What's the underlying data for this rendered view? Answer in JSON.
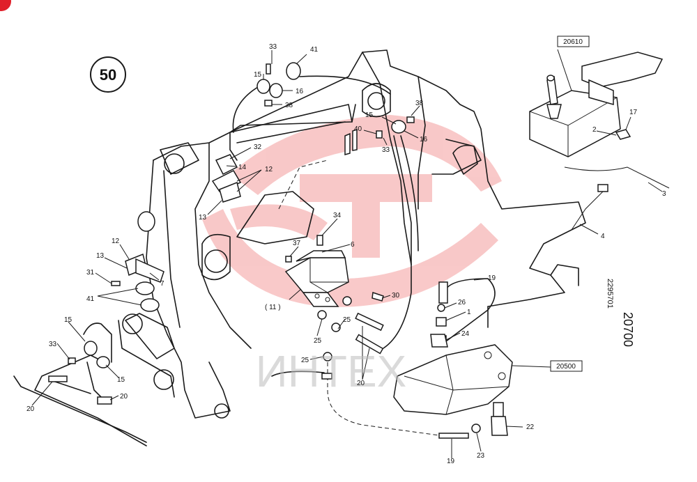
{
  "colors": {
    "line": "#1a1a1a",
    "watermark": "#e83c3c",
    "watermark_text": "#bdbdbd",
    "corner_badge": "#e01f2a"
  },
  "group_number": "50",
  "figure_number": "20700",
  "part_code": "2295701",
  "watermark_text": "ИНТЕХ",
  "ref_boxes": [
    {
      "id": "ref-20610",
      "text": "20610"
    },
    {
      "id": "ref-20500",
      "text": "20500"
    }
  ],
  "callouts": [
    {
      "id": "c33a",
      "text": "33"
    },
    {
      "id": "c41a",
      "text": "41"
    },
    {
      "id": "c15a",
      "text": "15"
    },
    {
      "id": "c16a",
      "text": "16"
    },
    {
      "id": "c38a",
      "text": "38"
    },
    {
      "id": "c15b",
      "text": "15"
    },
    {
      "id": "c38b",
      "text": "38"
    },
    {
      "id": "c40",
      "text": "40"
    },
    {
      "id": "c33b",
      "text": "33"
    },
    {
      "id": "c16b",
      "text": "16"
    },
    {
      "id": "c32",
      "text": "32"
    },
    {
      "id": "c14",
      "text": "14"
    },
    {
      "id": "c12a",
      "text": "12"
    },
    {
      "id": "c13a",
      "text": "13"
    },
    {
      "id": "c2",
      "text": "2"
    },
    {
      "id": "c17",
      "text": "17"
    },
    {
      "id": "c3",
      "text": "3"
    },
    {
      "id": "c4",
      "text": "4"
    },
    {
      "id": "c34",
      "text": "34"
    },
    {
      "id": "c6",
      "text": "6"
    },
    {
      "id": "c37",
      "text": "37"
    },
    {
      "id": "c12b",
      "text": "12"
    },
    {
      "id": "c13b",
      "text": "13"
    },
    {
      "id": "c7",
      "text": "7"
    },
    {
      "id": "c31",
      "text": "31"
    },
    {
      "id": "c41b",
      "text": "41"
    },
    {
      "id": "c11",
      "text": "( 11 )"
    },
    {
      "id": "c30",
      "text": "30"
    },
    {
      "id": "c19a",
      "text": "19"
    },
    {
      "id": "c26",
      "text": "26"
    },
    {
      "id": "c1",
      "text": "1"
    },
    {
      "id": "c24",
      "text": "24"
    },
    {
      "id": "c25a",
      "text": "25"
    },
    {
      "id": "c25b",
      "text": "25"
    },
    {
      "id": "c25c",
      "text": "25"
    },
    {
      "id": "c20a",
      "text": "20"
    },
    {
      "id": "c15c",
      "text": "15"
    },
    {
      "id": "c33c",
      "text": "33"
    },
    {
      "id": "c15d",
      "text": "15"
    },
    {
      "id": "c20b",
      "text": "20"
    },
    {
      "id": "c20c",
      "text": "20"
    },
    {
      "id": "c22",
      "text": "22"
    },
    {
      "id": "c23",
      "text": "23"
    },
    {
      "id": "c19b",
      "text": "19"
    }
  ]
}
